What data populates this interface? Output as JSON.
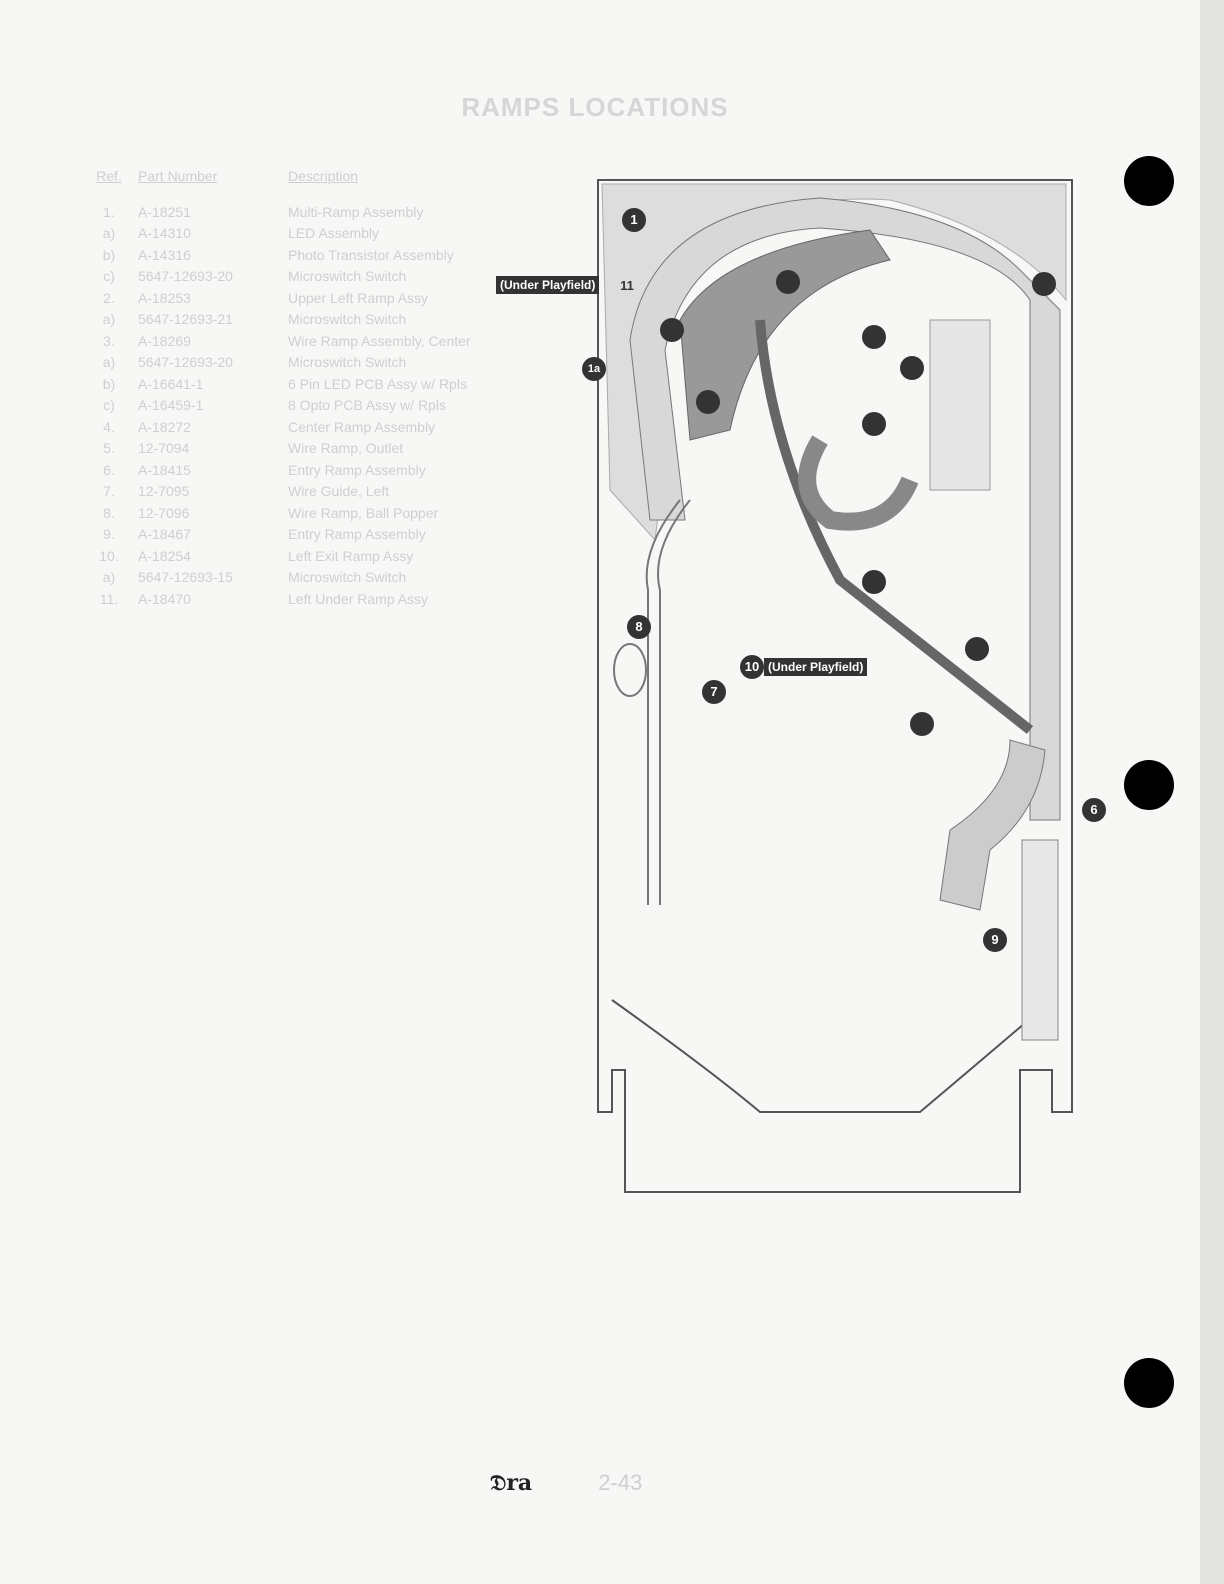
{
  "title": "RAMPS LOCATIONS",
  "table": {
    "headers": [
      "Ref.",
      "Part Number",
      "Description"
    ],
    "rows": [
      [
        "1.",
        "A-18251",
        "Multi-Ramp Assembly"
      ],
      [
        "a)",
        "A-14310",
        "LED Assembly"
      ],
      [
        "b)",
        "A-14316",
        "Photo Transistor Assembly"
      ],
      [
        "c)",
        "5647-12693-20",
        "Microswitch Switch"
      ],
      [
        "2.",
        "A-18253",
        "Upper Left Ramp Assy"
      ],
      [
        "a)",
        "5647-12693-21",
        "Microswitch Switch"
      ],
      [
        "3.",
        "A-18269",
        "Wire Ramp Assembly, Center"
      ],
      [
        "a)",
        "5647-12693-20",
        "Microswitch Switch"
      ],
      [
        "b)",
        "A-16641-1",
        "6 Pin LED PCB Assy w/ Rpls"
      ],
      [
        "c)",
        "A-16459-1",
        "8 Opto PCB Assy w/ Rpls"
      ],
      [
        "4.",
        "A-18272",
        "Center Ramp Assembly"
      ],
      [
        "5.",
        "12-7094",
        "Wire Ramp, Outlet"
      ],
      [
        "6.",
        "A-18415",
        "Entry Ramp Assembly"
      ],
      [
        "7.",
        "12-7095",
        "Wire Guide, Left"
      ],
      [
        "8.",
        "12-7096",
        "Wire Ramp, Ball Popper"
      ],
      [
        "9.",
        "A-18467",
        "Entry Ramp Assembly"
      ],
      [
        "10.",
        "A-18254",
        "Left Exit Ramp Assy"
      ],
      [
        "a)",
        "5647-12693-15",
        "Microswitch Switch"
      ],
      [
        "11.",
        "A-18470",
        "Left Under Ramp Assy"
      ]
    ]
  },
  "callouts": {
    "c1": "1",
    "c1a": "1a",
    "c11": "11",
    "c11_note": "(Under Playfield)",
    "c10": "10",
    "c10_note": "(Under Playfield)",
    "c6": "6",
    "c7": "7",
    "c8": "8",
    "c9": "9"
  },
  "footer": {
    "logo": "𝔇ra",
    "page": "2-43"
  }
}
